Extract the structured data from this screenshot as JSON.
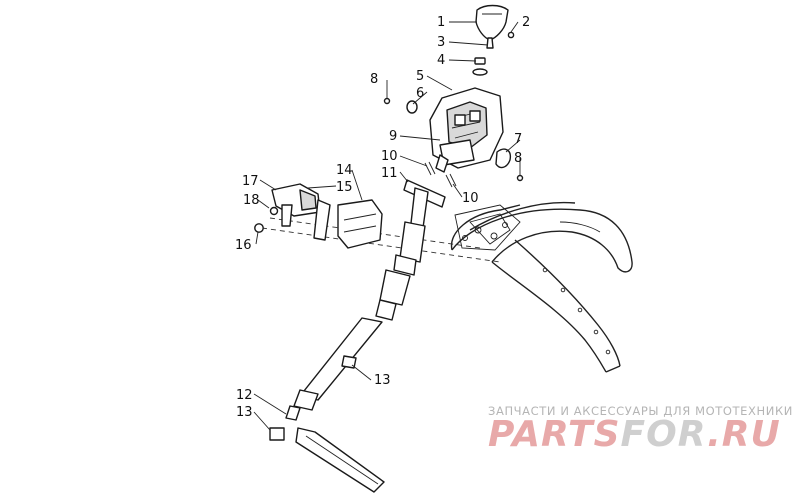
{
  "callouts": [
    {
      "label": "1"
    },
    {
      "label": "2"
    },
    {
      "label": "3"
    },
    {
      "label": "4"
    },
    {
      "label": "5"
    },
    {
      "label": "6"
    },
    {
      "label": "8"
    },
    {
      "label": "7"
    },
    {
      "label": "8"
    },
    {
      "label": "9"
    },
    {
      "label": "10"
    },
    {
      "label": "11"
    },
    {
      "label": "10"
    },
    {
      "label": "17"
    },
    {
      "label": "14"
    },
    {
      "label": "15"
    },
    {
      "label": "18"
    },
    {
      "label": "16"
    },
    {
      "label": "13"
    },
    {
      "label": "12"
    },
    {
      "label": "13"
    }
  ],
  "watermark": {
    "tagline": "ЗАПЧАСТИ И АКСЕССУАРЫ ДЛЯ МОТОТЕХНИКИ",
    "logo_main": "PARTS",
    "logo_accent": "FOR",
    "logo_suffix": ".RU",
    "main_color": "#e8a9a9",
    "accent_color": "#cfcfcf"
  }
}
